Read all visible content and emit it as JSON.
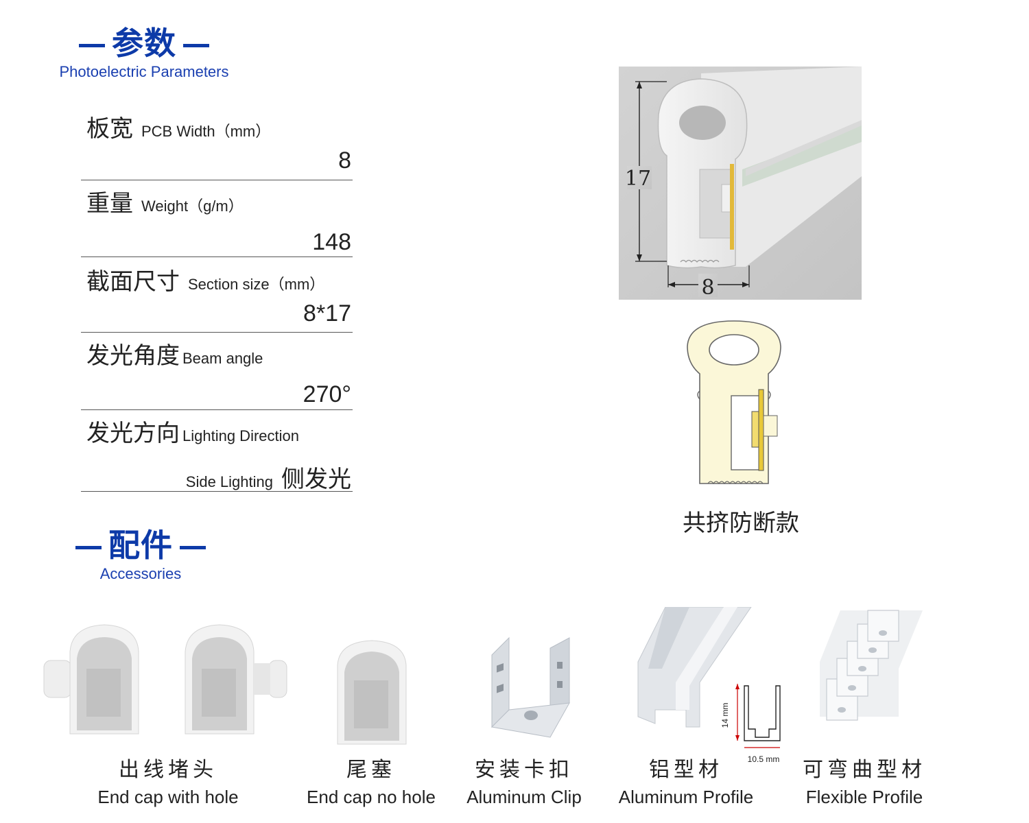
{
  "parameters": {
    "title_zh": "参数",
    "title_en": "Photoelectric Parameters",
    "rows": [
      {
        "label_zh": "板宽",
        "label_en": "PCB Width（mm）",
        "value": "8"
      },
      {
        "label_zh": "重量",
        "label_en": "Weight（g/m）",
        "value": "148"
      },
      {
        "label_zh": "截面尺寸",
        "label_en": "Section size（mm）",
        "value": "8*17"
      },
      {
        "label_zh": "发光角度",
        "label_en": "Beam angle",
        "value": "270°"
      },
      {
        "label_zh": "发光方向",
        "label_en": "Lighting Direction",
        "value_en": "Side Lighting",
        "value": "侧发光"
      }
    ]
  },
  "diagram": {
    "height_label": "17",
    "width_label": "8",
    "caption": "共挤防断款"
  },
  "accessories": {
    "title_zh": "配件",
    "title_en": "Accessories",
    "items": [
      {
        "label_zh": "出线堵头",
        "label_en": "End cap with hole"
      },
      {
        "label_zh": "尾塞",
        "label_en": "End cap no hole"
      },
      {
        "label_zh": "安装卡扣",
        "label_en": "Aluminum Clip"
      },
      {
        "label_zh": "铝型材",
        "label_en": "Aluminum Profile",
        "dim_height": "14 mm",
        "dim_width": "10.5 mm"
      },
      {
        "label_zh": "可弯曲型材",
        "label_en": "Flexible Profile"
      }
    ]
  }
}
